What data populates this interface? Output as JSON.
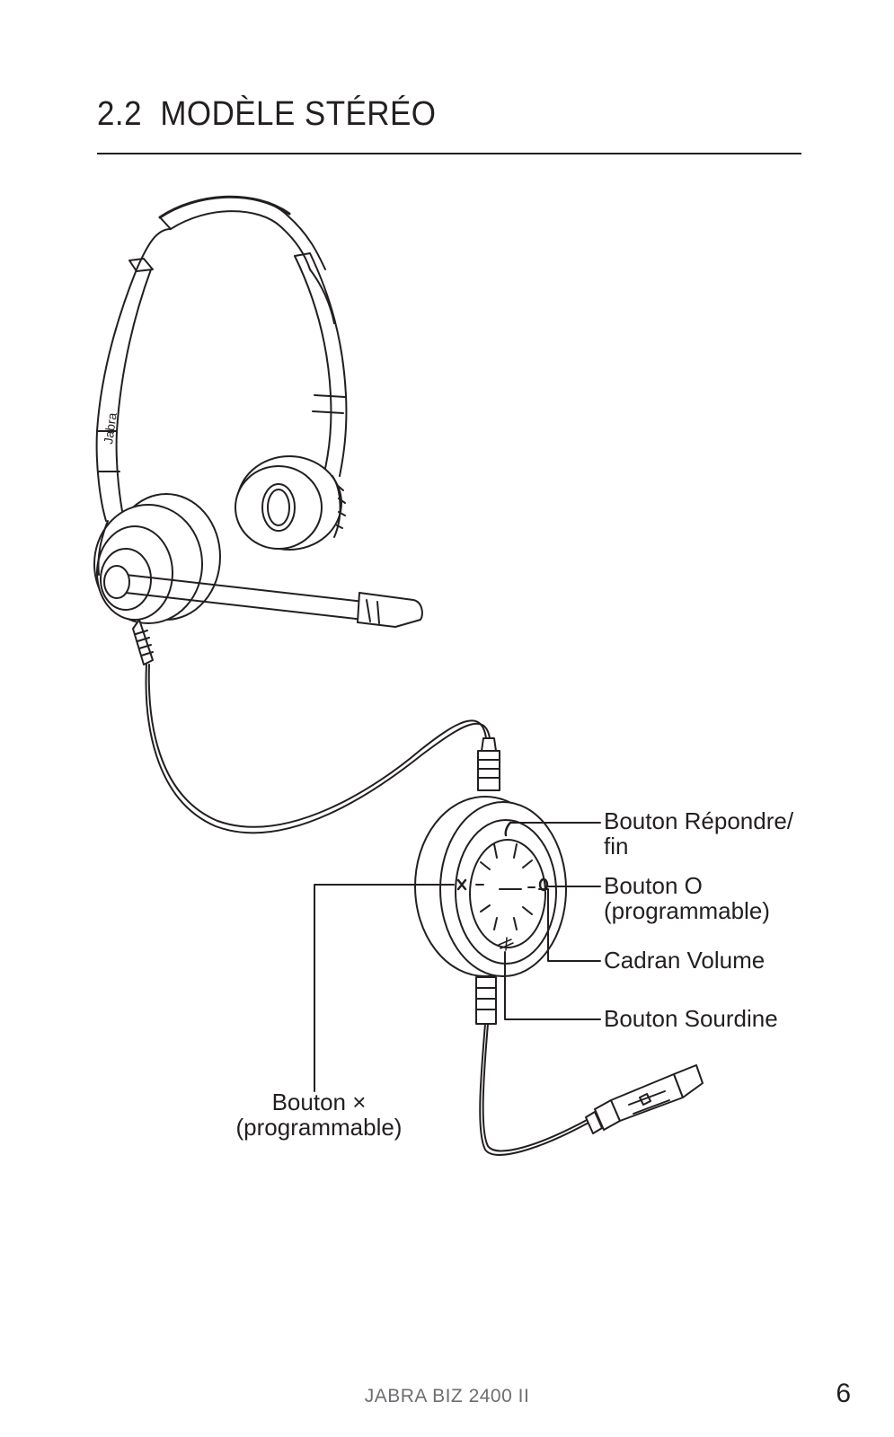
{
  "header": {
    "section_number": "2.2",
    "section_title": "MODÈLE STÉRÉO"
  },
  "illustration": {
    "brand_on_headband": "Jabra",
    "callouts": {
      "answer_end": {
        "line1": "Bouton Répondre/",
        "line2": "fin"
      },
      "button_o": {
        "line1": "Bouton O",
        "line2": "(programmable)"
      },
      "volume_dial": {
        "line1": "Cadran Volume"
      },
      "mute_button": {
        "line1": "Bouton Sourdine"
      },
      "button_x": {
        "line1": "Bouton ×",
        "line2": "(programmable)"
      }
    }
  },
  "footer": {
    "product_name": "JABRA BIZ 2400 II",
    "page_number": "6"
  }
}
